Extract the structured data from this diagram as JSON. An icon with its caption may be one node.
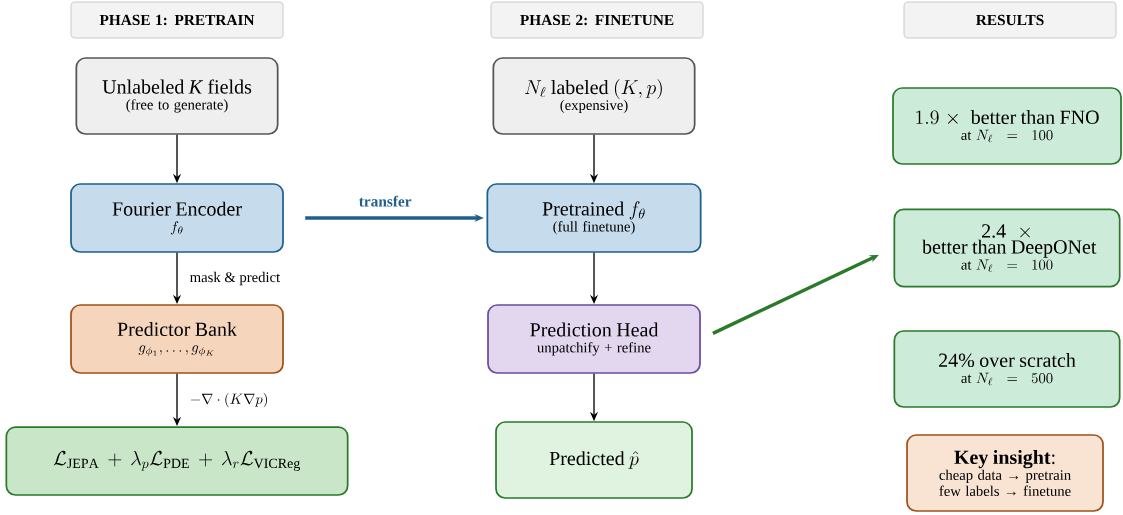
{
  "diagram": {
    "nodes": [
      {
        "text": [
          "PHASE 1: PRETRAIN"
        ]
      },
      {
        "text": [
          "PHASE 2: FINETUNE"
        ]
      },
      {
        "text": [
          "RESULTS"
        ]
      },
      {
        "text": [
          "Unlabeled *K* fields",
          "(free to generate)"
        ]
      },
      {
        "text": [
          "\\text{}N_\\ell\\text{ labeled }(K,p)",
          "(expensive)"
        ]
      },
      {
        "text": [
          "Fourier Encoder",
          "f_\\theta"
        ]
      },
      {
        "text": [
          "\\text{Pretrained }f_\\theta",
          "(full finetune)"
        ]
      },
      {
        "text": [
          "1.9\\times\\text{ better than FNO}",
          "\\text{at }N_\\ell = 100"
        ]
      },
      {
        "text": [
          "\\text{2.4}\\times\\text{ better than DeepONet}",
          "\\text{at }N_\\ell = 100"
        ]
      },
      {
        "text": [
          "Predictor Bank",
          "g_{\\phi_1},\\ldots,g_{\\phi_K}"
        ]
      },
      {
        "text": [
          "Prediction Head",
          "unpatchify + refine"
        ]
      },
      {
        "text": [
          "\\text{24\\% over scratch}",
          "\\text{at }N_\\ell = 500"
        ]
      },
      {
        "text": [
          "\\mathcal{L}_{\\mathrm{JEPA}} + \\lambda_p\\mathcal{L}_{\\mathrm{PDE}} + \\lambda_r\\mathcal{L}_{\\mathrm{VICReg}}"
        ]
      },
      {
        "text": [
          "\\text{Predicted }\\hat{p}"
        ]
      },
      {
        "text": [
          "**Key insight**:",
          "cheap data → pretrain",
          "few labels → finetune"
        ]
      }
    ],
    "edges": [
      {
        "from": 3,
        "to": 5,
        "arrow": "to"
      },
      {
        "from": 5,
        "to": 9,
        "arrow": "to",
        "label": "mask & predict"
      },
      {
        "from": 9,
        "to": 12,
        "arrow": "to",
        "label": "-\\nabla\\cdot(K\\nabla p)"
      },
      {
        "from": 4,
        "to": 6,
        "arrow": "to"
      },
      {
        "from": 6,
        "to": 10,
        "arrow": "to"
      },
      {
        "from": 10,
        "to": 13,
        "arrow": "to"
      },
      {
        "from": 5,
        "to": 6,
        "arrow": "to",
        "label": "transfer",
        "style": "thick",
        "color": "#1f5f8b"
      },
      {
        "from": 10,
        "to": 8,
        "arrow": "to",
        "style": "thick",
        "color": "#2a7a2a"
      }
    ]
  }
}
